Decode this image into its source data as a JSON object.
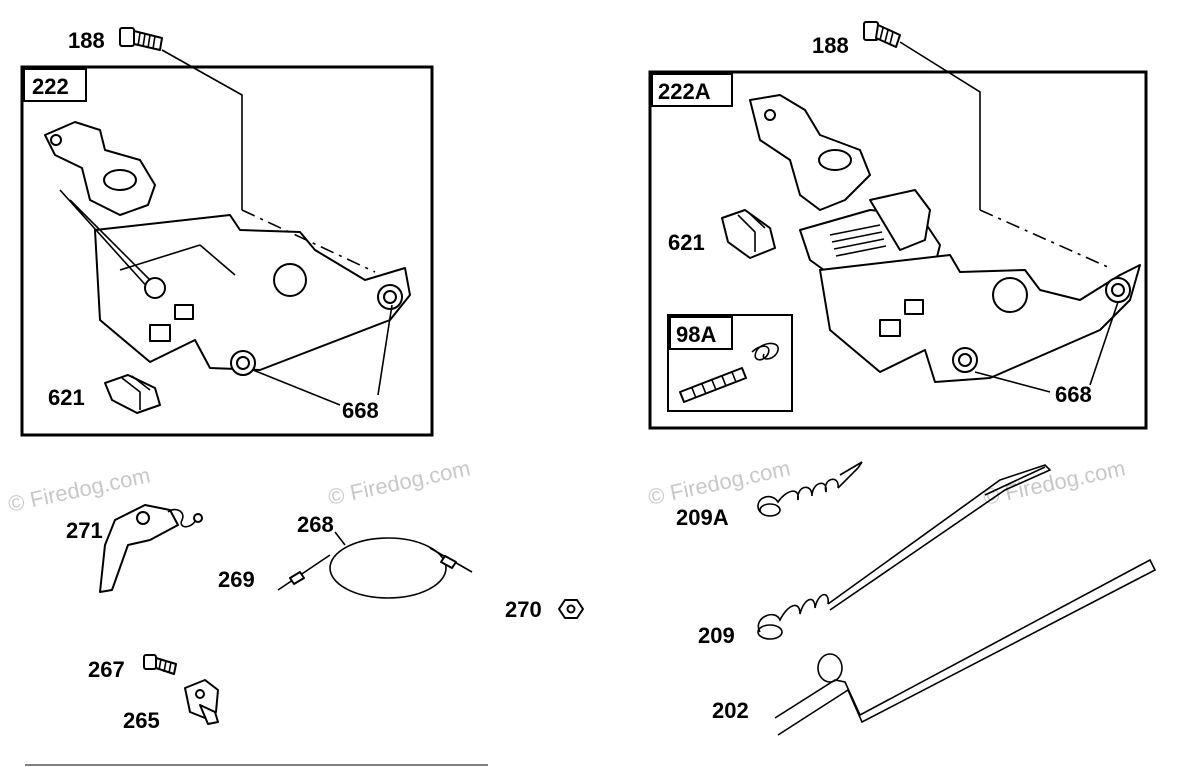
{
  "watermark": "© Firedog.com",
  "callouts": {
    "p188_left": "188",
    "p188_right": "188",
    "box_222": "222",
    "box_222A": "222A",
    "box_98A": "98A",
    "p621_left": "621",
    "p621_right": "621",
    "p668_left": "668",
    "p668_right": "668",
    "p271": "271",
    "p268": "268",
    "p269": "269",
    "p270": "270",
    "p267": "267",
    "p265": "265",
    "p209A": "209A",
    "p209": "209",
    "p202": "202"
  }
}
